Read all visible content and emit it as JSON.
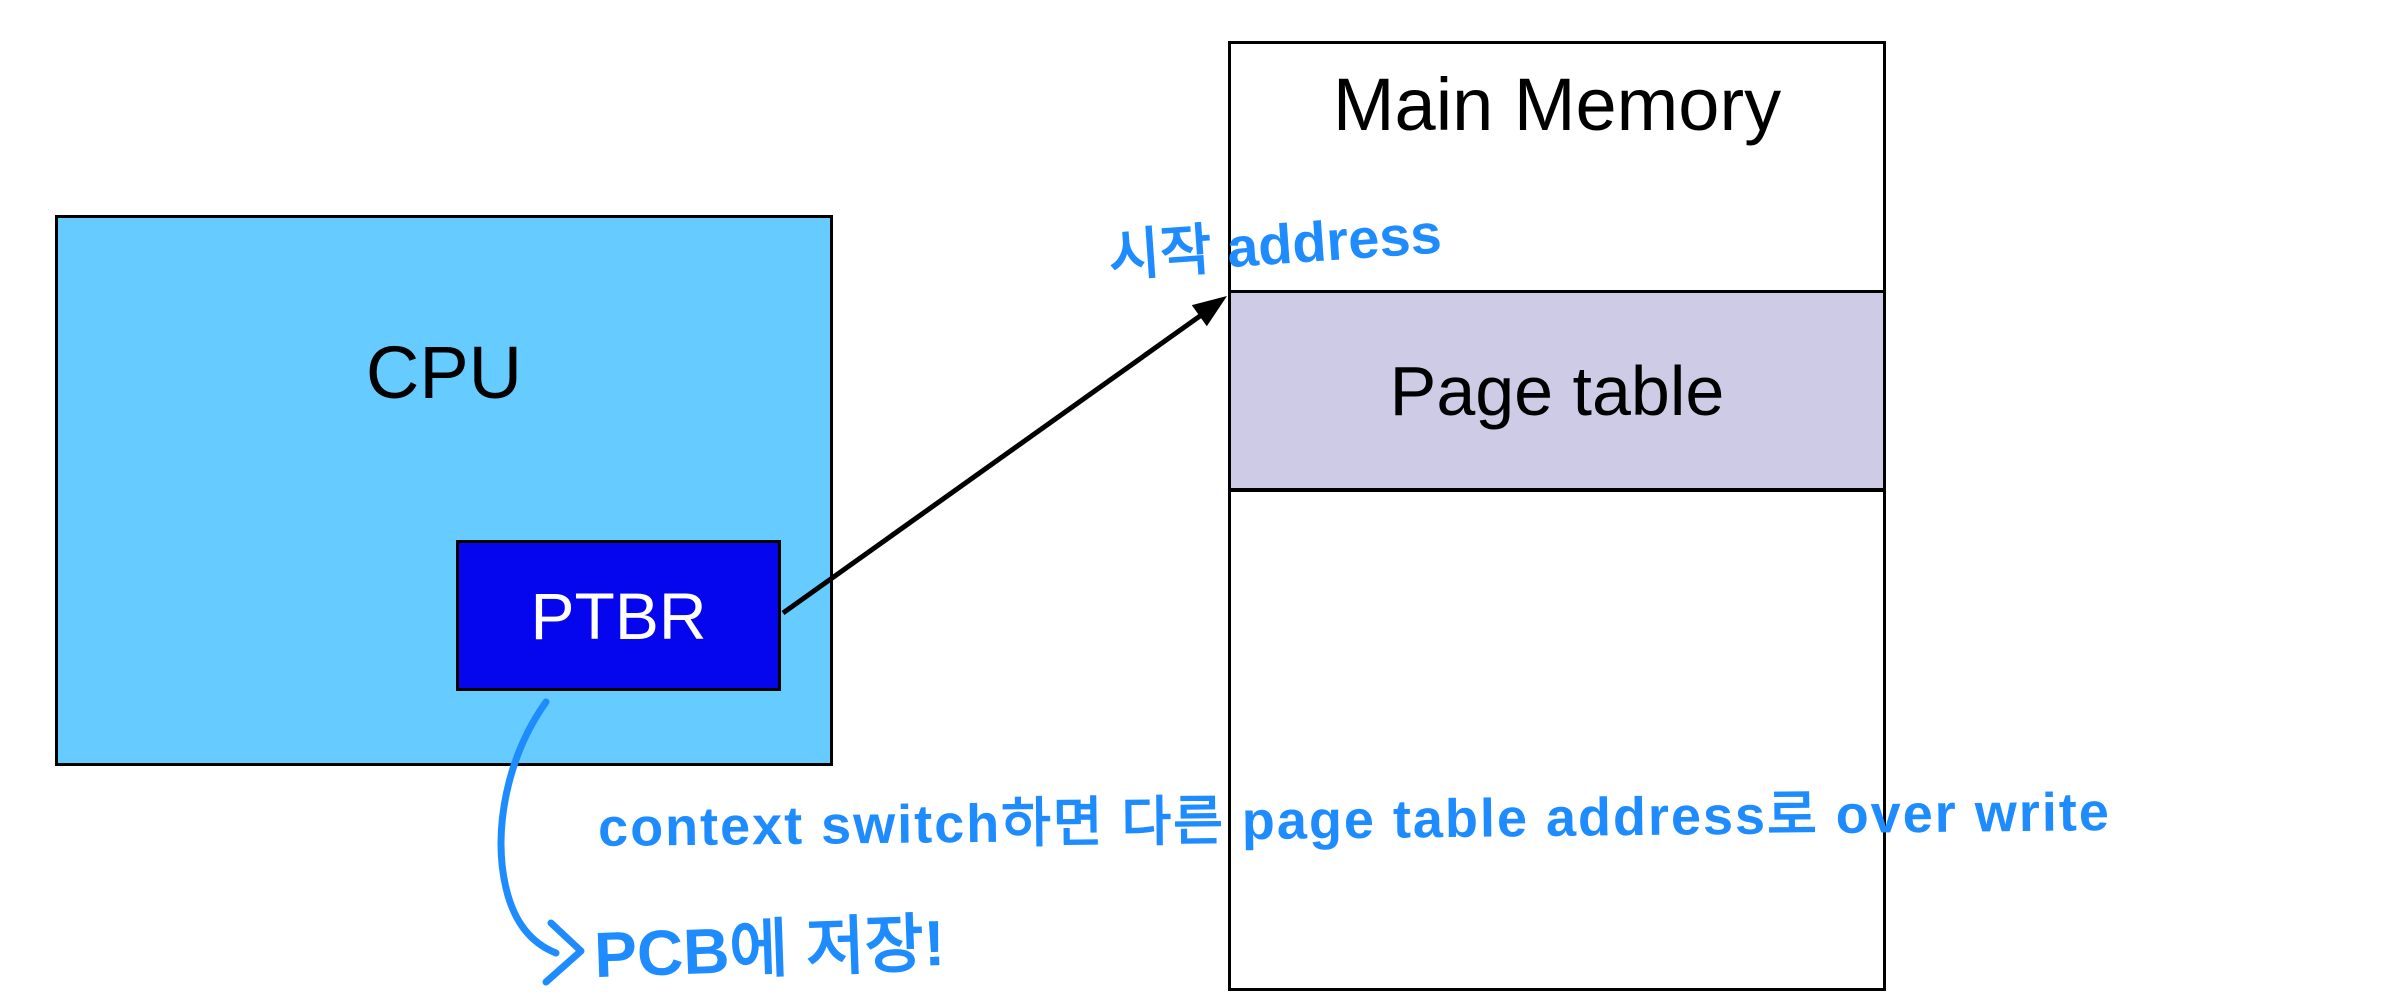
{
  "cpu": {
    "label": "CPU"
  },
  "ptbr": {
    "label": "PTBR"
  },
  "memory": {
    "title": "Main Memory",
    "page_table_label": "Page table"
  },
  "annotations": {
    "start_address": "시작 address",
    "context_switch": "context switch하면 다른 page table address로 over write",
    "pcb_save": "PCB에 저장!"
  },
  "colors": {
    "cpu_fill": "#66CCFF",
    "ptbr_fill": "#0505EE",
    "ptbr_text": "#FFFFFF",
    "memory_fill": "#FFFFFF",
    "page_table_fill": "#CDCBE6",
    "handwriting_blue": "#1E8CFF",
    "outline_black": "#000000"
  }
}
